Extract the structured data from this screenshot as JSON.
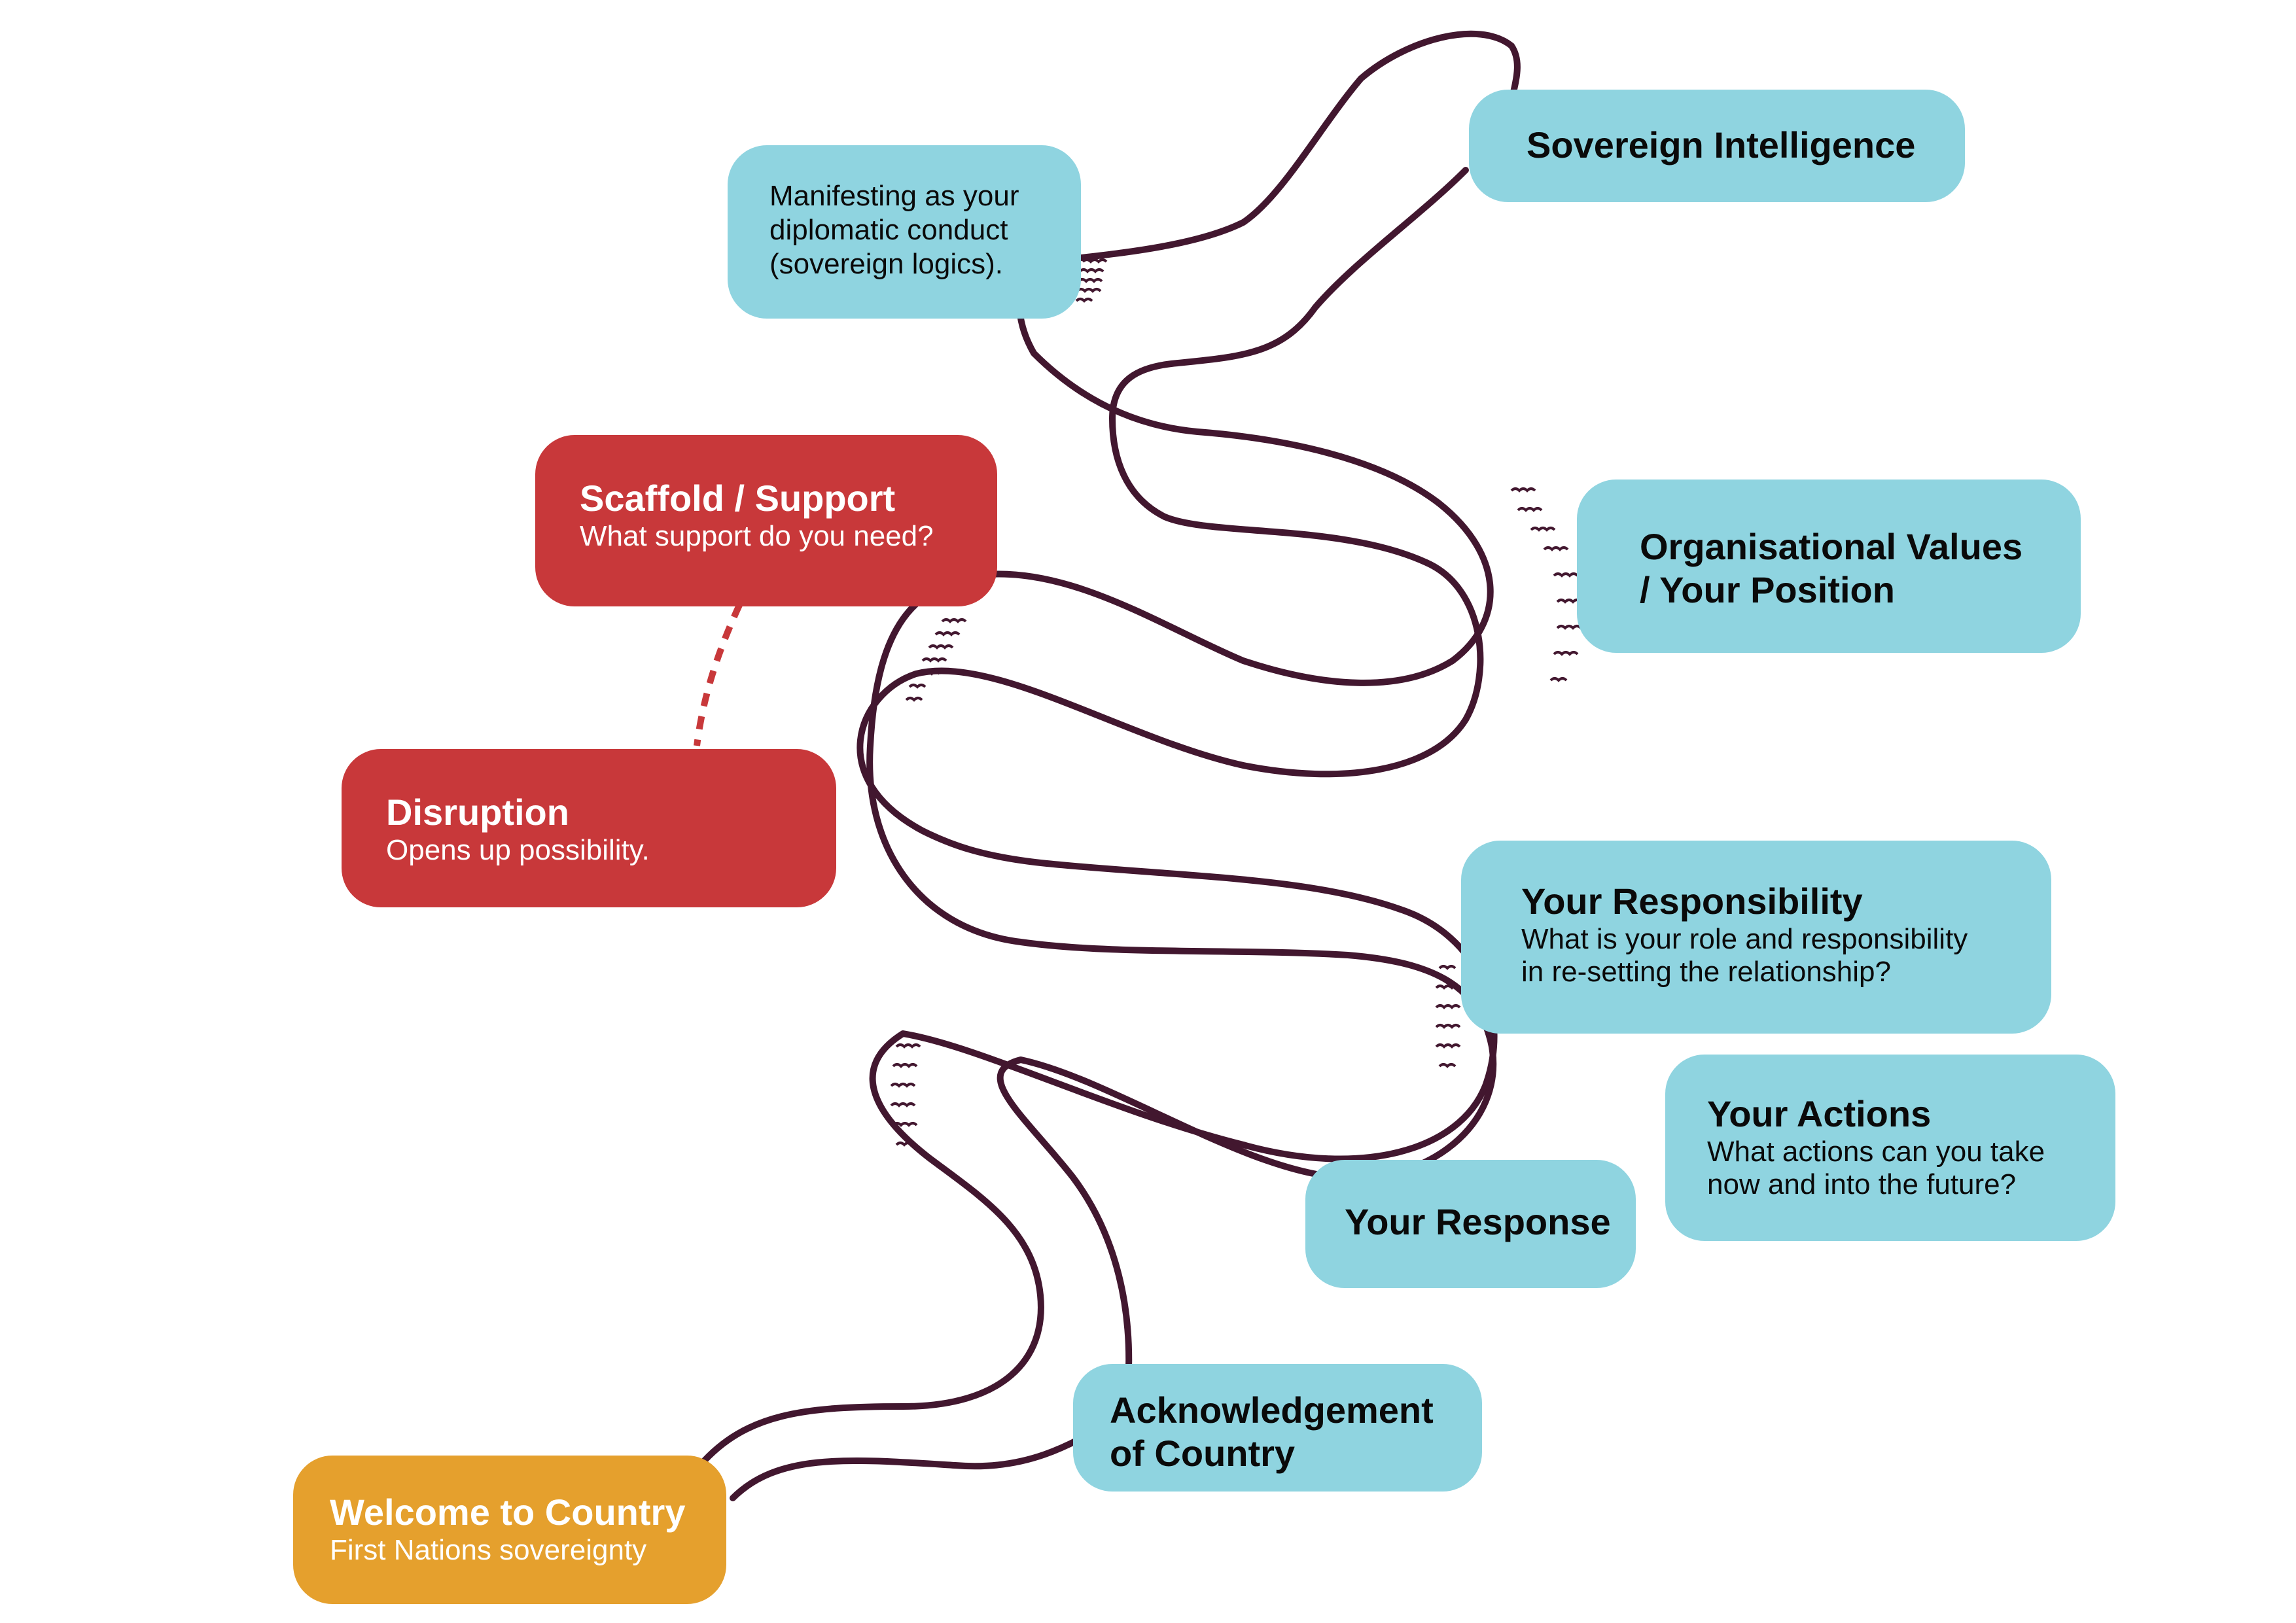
{
  "colors": {
    "path_stroke": "#42172f",
    "blue": "#8fd4e0",
    "red": "#c8383a",
    "gold": "#e5a02d"
  },
  "nodes": {
    "sovereign_intelligence": {
      "title": "Sovereign Intelligence"
    },
    "manifesting": {
      "text": "Manifesting as your\ndiplomatic conduct\n(sovereign logics)."
    },
    "organisational_values": {
      "title": "Organisational Values\n/ Your Position"
    },
    "scaffold_support": {
      "title": "Scaffold / Support",
      "subtitle": "What support do you need?"
    },
    "disruption": {
      "title": "Disruption",
      "subtitle": "Opens up possibility."
    },
    "your_responsibility": {
      "title": "Your Responsibility",
      "subtitle": "What is your role and responsibility\nin re-setting the relationship?"
    },
    "your_actions": {
      "title": "Your Actions",
      "subtitle": "What actions can you take\nnow and into the future?"
    },
    "your_response": {
      "title": "Your Response"
    },
    "acknowledgement": {
      "title": "Acknowledgement\nof Country"
    },
    "welcome": {
      "title": "Welcome to Country",
      "subtitle": "First Nations sovereignty"
    }
  },
  "connectors": [
    {
      "from": "scaffold_support",
      "to": "disruption",
      "style": "dashed"
    }
  ]
}
